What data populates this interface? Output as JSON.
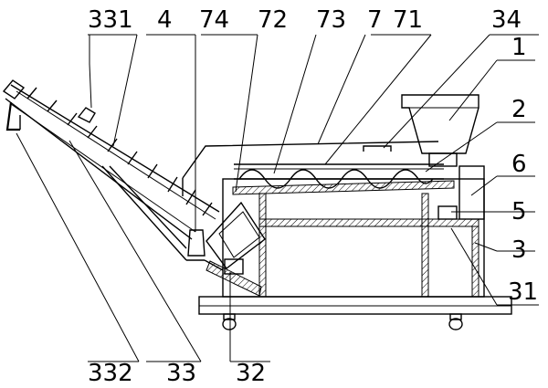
{
  "labels": {
    "l331": "331",
    "l4": "4",
    "l74": "74",
    "l72": "72",
    "l73": "73",
    "l7": "7",
    "l71": "71",
    "l34": "34",
    "l1": "1",
    "l2": "2",
    "l6": "6",
    "l5": "5",
    "l3": "3",
    "l31": "31",
    "l332": "332",
    "l33": "33",
    "l32": "32"
  }
}
